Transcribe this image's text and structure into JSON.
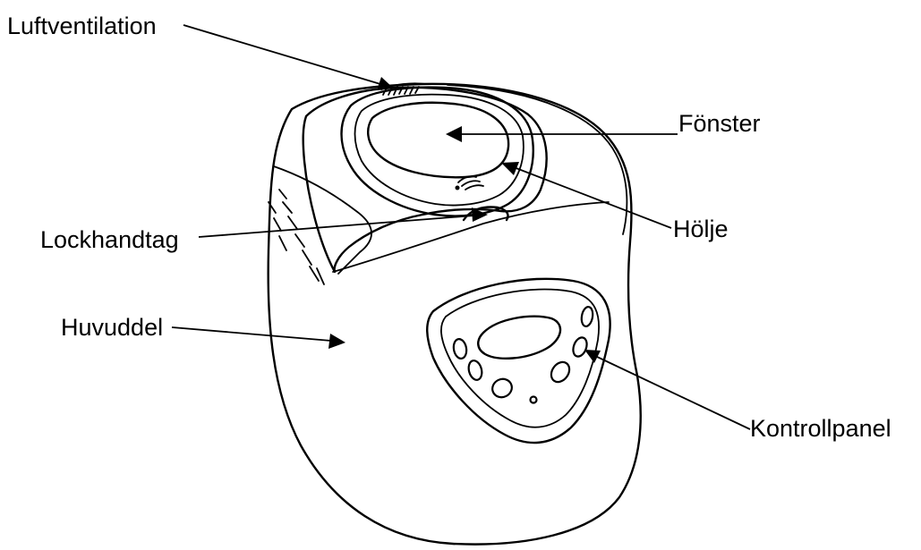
{
  "labels": {
    "air_vent": "Luftventilation",
    "window": "Fönster",
    "lid_handle": "Lockhandtag",
    "housing": "Hölje",
    "main_body": "Huvuddel",
    "control_panel": "Kontrollpanel"
  }
}
